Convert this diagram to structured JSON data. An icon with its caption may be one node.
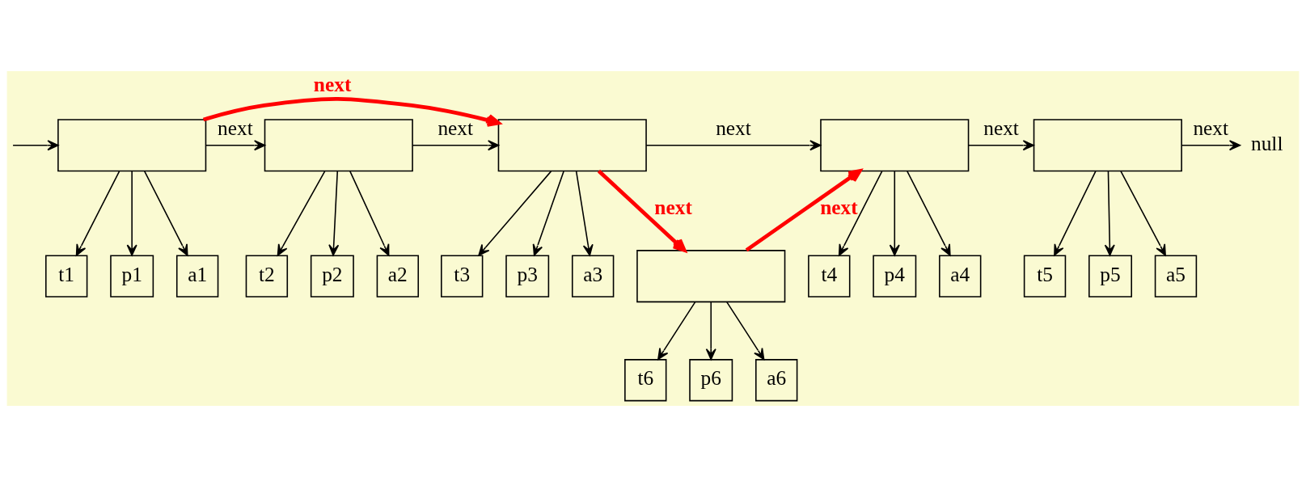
{
  "diagram": {
    "nodes": [
      {
        "text": [],
        "shape": "box"
      },
      {
        "text": [],
        "shape": "box"
      },
      {
        "text": [],
        "shape": "box"
      },
      {
        "text": [],
        "shape": "box"
      },
      {
        "text": [],
        "shape": "box"
      },
      {
        "text": [
          "null"
        ]
      },
      {
        "text": [
          "t1"
        ]
      },
      {
        "text": [
          "p1"
        ]
      },
      {
        "text": [
          "a1"
        ]
      },
      {
        "text": [
          "t2"
        ]
      },
      {
        "text": [
          "p2"
        ]
      },
      {
        "text": [
          "a2"
        ]
      },
      {
        "text": [
          "t3"
        ]
      },
      {
        "text": [
          "p3"
        ]
      },
      {
        "text": [
          "a3"
        ]
      },
      {
        "text": [
          "t4"
        ]
      },
      {
        "text": [
          "p4"
        ]
      },
      {
        "text": [
          "a4"
        ]
      },
      {
        "text": [
          "t5"
        ]
      },
      {
        "text": [
          "p5"
        ]
      },
      {
        "text": [
          "a5"
        ]
      },
      {
        "text": [],
        "shape": "box"
      },
      {
        "text": [
          "t6"
        ]
      },
      {
        "text": [
          "p6"
        ]
      },
      {
        "text": [
          "a6"
        ]
      }
    ],
    "edges": [
      {
        "from": null,
        "to": 0,
        "arrow": "to"
      },
      {
        "from": 0,
        "to": 1,
        "arrow": "to",
        "label": "next"
      },
      {
        "from": 0,
        "to": 2,
        "arrow": "to",
        "label": "next",
        "style": "thick",
        "color": "#ff0000"
      },
      {
        "from": 1,
        "to": 2,
        "arrow": "to",
        "label": "next"
      },
      {
        "from": 2,
        "to": 3,
        "arrow": "to",
        "label": "next"
      },
      {
        "from": 2,
        "to": 21,
        "arrow": "to",
        "label": "next",
        "style": "thick",
        "color": "#ff0000"
      },
      {
        "from": 21,
        "to": 3,
        "arrow": "to",
        "label": "next",
        "style": "thick",
        "color": "#ff0000"
      },
      {
        "from": 3,
        "to": 4,
        "arrow": "to",
        "label": "next"
      },
      {
        "from": 4,
        "to": 5,
        "arrow": "to",
        "label": "next"
      },
      {
        "from": 0,
        "to": 6,
        "arrow": "to"
      },
      {
        "from": 0,
        "to": 7,
        "arrow": "to"
      },
      {
        "from": 0,
        "to": 8,
        "arrow": "to"
      },
      {
        "from": 1,
        "to": 9,
        "arrow": "to"
      },
      {
        "from": 1,
        "to": 10,
        "arrow": "to"
      },
      {
        "from": 1,
        "to": 11,
        "arrow": "to"
      },
      {
        "from": 2,
        "to": 12,
        "arrow": "to"
      },
      {
        "from": 2,
        "to": 13,
        "arrow": "to"
      },
      {
        "from": 2,
        "to": 14,
        "arrow": "to"
      },
      {
        "from": 3,
        "to": 15,
        "arrow": "to"
      },
      {
        "from": 3,
        "to": 16,
        "arrow": "to"
      },
      {
        "from": 3,
        "to": 17,
        "arrow": "to"
      },
      {
        "from": 4,
        "to": 18,
        "arrow": "to"
      },
      {
        "from": 4,
        "to": 19,
        "arrow": "to"
      },
      {
        "from": 4,
        "to": 20,
        "arrow": "to"
      },
      {
        "from": 21,
        "to": 22,
        "arrow": "to"
      },
      {
        "from": 21,
        "to": 23,
        "arrow": "to"
      },
      {
        "from": 21,
        "to": 24,
        "arrow": "to"
      }
    ]
  }
}
